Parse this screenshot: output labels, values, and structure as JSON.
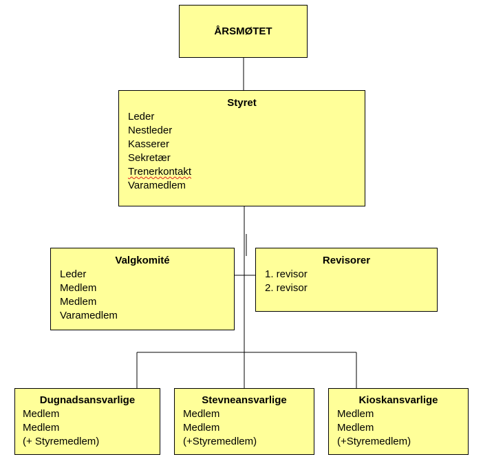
{
  "top": {
    "title": "ÅRSMØTET"
  },
  "board": {
    "title": "Styret",
    "members": [
      "Leder",
      "Nestleder",
      "Kasserer",
      "Sekretær",
      "Trenerkontakt",
      "Varamedlem"
    ]
  },
  "nomination_committee": {
    "title": "Valgkomité",
    "members": [
      "Leder",
      "Medlem",
      "Medlem",
      "Varamedlem"
    ]
  },
  "auditors": {
    "title": "Revisorer",
    "members": [
      "1. revisor",
      "2. revisor"
    ]
  },
  "volunteer_work": {
    "title": "Dugnadsansvarlige",
    "members": [
      "Medlem",
      "Medlem",
      "(+ Styremedlem)"
    ]
  },
  "meets": {
    "title": "Stevneansvarlige",
    "members": [
      "Medlem",
      "Medlem",
      "(+Styremedlem)"
    ]
  },
  "kiosk": {
    "title": "Kioskansvarlige",
    "members": [
      "Medlem",
      "Medlem",
      "(+Styremedlem)"
    ]
  }
}
